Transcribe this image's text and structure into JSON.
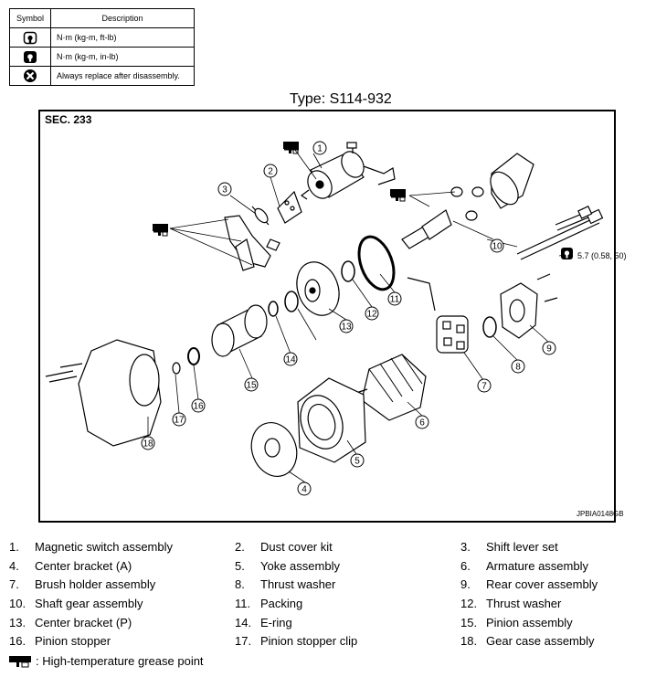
{
  "legend": {
    "header_symbol": "Symbol",
    "header_description": "Description",
    "rows": [
      {
        "icon": "torque-wrench-icon",
        "description": "N·m (kg-m, ft-lb)"
      },
      {
        "icon": "torque-wrench-inlb-icon",
        "description": "N·m (kg-m, in-lb)"
      },
      {
        "icon": "always-replace-icon",
        "description": "Always replace after disassembly."
      }
    ]
  },
  "type_title": "Type: S114-932",
  "section_label": "SEC. 233",
  "reference_code": "JPBIA0148GB",
  "torque_value": "5.7 (0.58, 50)",
  "callouts": [
    "1",
    "2",
    "3",
    "4",
    "5",
    "6",
    "7",
    "8",
    "9",
    "10",
    "11",
    "12",
    "13",
    "14",
    "15",
    "16",
    "17",
    "18"
  ],
  "parts": [
    {
      "num": "1.",
      "name": "Magnetic switch assembly"
    },
    {
      "num": "2.",
      "name": "Dust cover kit"
    },
    {
      "num": "3.",
      "name": "Shift lever set"
    },
    {
      "num": "4.",
      "name": "Center bracket (A)"
    },
    {
      "num": "5.",
      "name": "Yoke assembly"
    },
    {
      "num": "6.",
      "name": "Armature assembly"
    },
    {
      "num": "7.",
      "name": "Brush holder assembly"
    },
    {
      "num": "8.",
      "name": "Thrust washer"
    },
    {
      "num": "9.",
      "name": "Rear cover assembly"
    },
    {
      "num": "10.",
      "name": "Shaft gear assembly"
    },
    {
      "num": "11.",
      "name": "Packing"
    },
    {
      "num": "12.",
      "name": "Thrust washer"
    },
    {
      "num": "13.",
      "name": "Center bracket (P)"
    },
    {
      "num": "14.",
      "name": "E-ring"
    },
    {
      "num": "15.",
      "name": "Pinion assembly"
    },
    {
      "num": "16.",
      "name": "Pinion stopper"
    },
    {
      "num": "17.",
      "name": "Pinion stopper clip"
    },
    {
      "num": "18.",
      "name": "Gear case assembly"
    }
  ],
  "grease_note": ": High-temperature grease point",
  "grease_icon": "grease-point-icon"
}
